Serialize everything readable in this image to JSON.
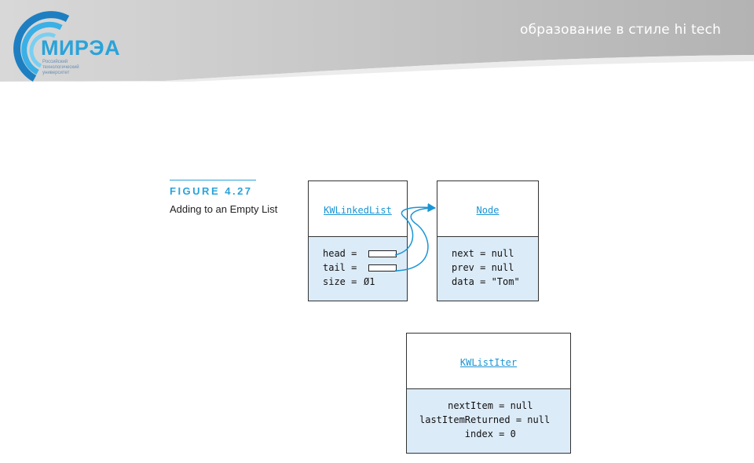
{
  "header": {
    "slogan": "образование в стиле hi tech",
    "logo": {
      "wordmark": "МИРЭА",
      "subtitle_lines": [
        "Российский",
        "технологический",
        "университет"
      ]
    },
    "colors": {
      "banner_gray": "#b9b9b9",
      "logo_blue": "#2aa3d9"
    }
  },
  "figure": {
    "label": "FIGURE 4.27",
    "description": "Adding to an Empty List"
  },
  "diagram": {
    "kwlinkedlist": {
      "name": "KWLinkedList",
      "fields": [
        {
          "label": "head =",
          "value": ""
        },
        {
          "label": "tail =",
          "value": ""
        },
        {
          "label": "size =",
          "value": "Ø1"
        }
      ]
    },
    "node": {
      "name": "Node",
      "fields": [
        {
          "text": "next = null"
        },
        {
          "text": "prev = null"
        },
        {
          "text": "data = \"Tom\""
        }
      ]
    },
    "kwlistiter": {
      "name": "KWListIter",
      "fields": [
        {
          "text": "     nextItem = null"
        },
        {
          "text": "lastItemReturned = null"
        },
        {
          "text": "        index = 0"
        }
      ]
    },
    "colors": {
      "link_blue": "#1a95d4",
      "attr_fill": "#dcebf8"
    }
  }
}
